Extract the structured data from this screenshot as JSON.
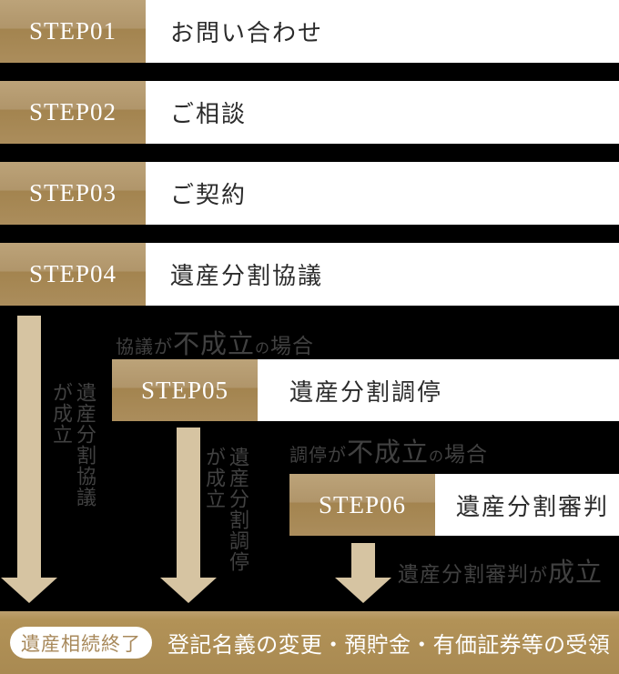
{
  "steps": [
    {
      "num": "STEP01",
      "label": "お問い合わせ"
    },
    {
      "num": "STEP02",
      "label": "ご相談"
    },
    {
      "num": "STEP03",
      "label": "ご契約"
    },
    {
      "num": "STEP04",
      "label": "遺産分割協議"
    },
    {
      "num": "STEP05",
      "label": "遺産分割調停"
    },
    {
      "num": "STEP06",
      "label": "遺産分割審判"
    }
  ],
  "branch": {
    "fail1": {
      "lead": "協議が",
      "emph": "不成立",
      "particle": "の",
      "tail": "場合"
    },
    "fail2": {
      "lead": "調停が",
      "emph": "不成立",
      "particle": "の",
      "tail": "場合"
    }
  },
  "success": {
    "v1": {
      "line1": "遺産分割協議",
      "line2": "が成立"
    },
    "v2": {
      "line1": "遺産分割調停",
      "line2": "が成立"
    },
    "h3": {
      "lead": "遺産分割審判",
      "particle": "が",
      "emph": "成立"
    }
  },
  "footer": {
    "badge": "遺産相続終了",
    "description": "登記名義の変更・預貯金・有価証券等の受領"
  },
  "colors": {
    "background": "#000000",
    "chip_gradient_top": "#bca379",
    "chip_gradient_bottom": "#ab8d5c",
    "arrow": "#d6c4a2",
    "footer_band": "#ad8d5a",
    "annotation_text": "#414141",
    "band_text": "#2b2b2b",
    "badge_text": "#a8895b",
    "step_text": "#ffffff"
  }
}
